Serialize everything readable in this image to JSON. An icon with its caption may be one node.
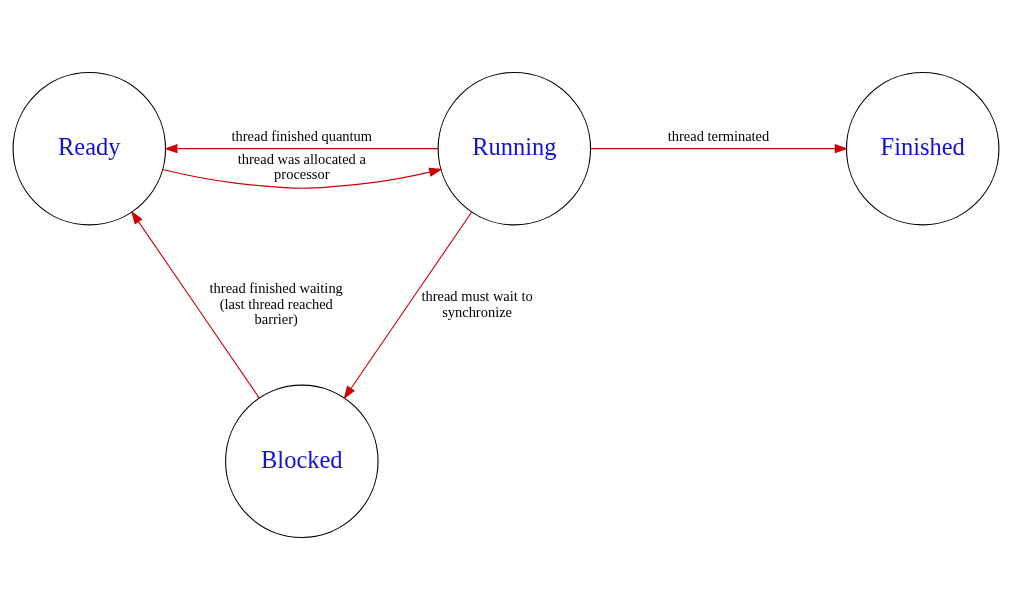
{
  "diagram": {
    "nodes": [
      {
        "text": [
          "Ready"
        ]
      },
      {
        "text": [
          "Running"
        ]
      },
      {
        "text": [
          "Finished"
        ]
      },
      {
        "text": [
          "Blocked"
        ]
      }
    ],
    "edges": [
      {
        "from": 0,
        "to": 1,
        "arrow": "to",
        "label": "thread was allocated a processor"
      },
      {
        "from": 1,
        "to": 0,
        "arrow": "to",
        "label": "thread finished quantum"
      },
      {
        "from": 1,
        "to": 2,
        "arrow": "to",
        "label": "thread terminated"
      },
      {
        "from": 1,
        "to": 3,
        "arrow": "to",
        "label": "thread must wait to synchronize"
      },
      {
        "from": 3,
        "to": 0,
        "arrow": "to",
        "label": "thread finished waiting (last thread reached barrier)"
      }
    ]
  }
}
